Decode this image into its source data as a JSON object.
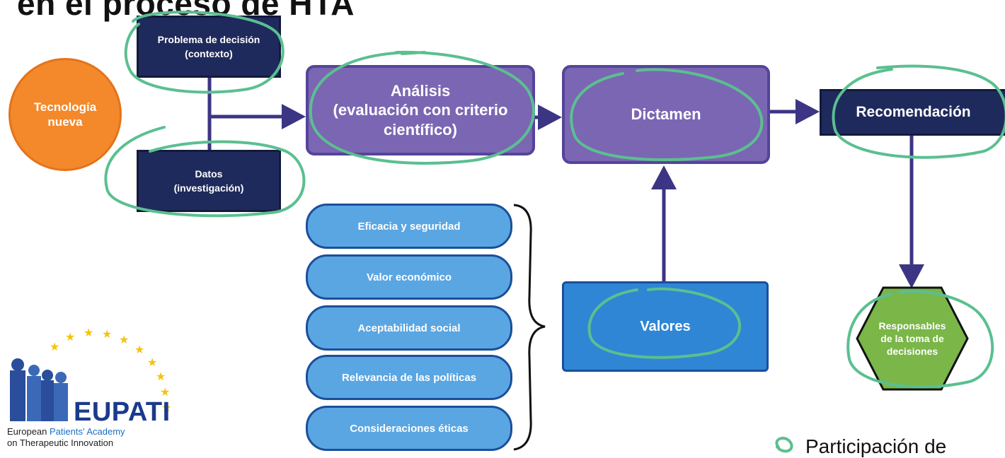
{
  "title": "en el proceso de HTA",
  "nodes": {
    "tecnologia": [
      "Tecnología",
      "nueva"
    ],
    "problema": [
      "Problema de decisión",
      "(contexto)"
    ],
    "datos": [
      "Datos",
      "(investigación)"
    ],
    "analisis": [
      "Análisis",
      "(evaluación con criterio",
      "científico)"
    ],
    "dictamen": "Dictamen",
    "recomendacion": "Recomendación",
    "valores": "Valores",
    "responsables": [
      "Responsables",
      "de la toma de",
      "decisiones"
    ]
  },
  "value_items": [
    "Eficacia y seguridad",
    "Valor económico",
    "Aceptabilidad social",
    "Relevancia de las políticas",
    "Consideraciones éticas"
  ],
  "logo": {
    "name": "EUPATI",
    "line1_a": "European ",
    "line1_b": "Patients' Academy",
    "line2": "on Therapeutic Innovation"
  },
  "footer": "Participación de",
  "colors": {
    "navy": "#1f2a5c",
    "purple": "#7b66b3",
    "blue": "#2f86d4",
    "light_blue": "#5aa6e3",
    "orange": "#f3892b",
    "green": "#7ab648",
    "annotation": "#5bbf90"
  }
}
